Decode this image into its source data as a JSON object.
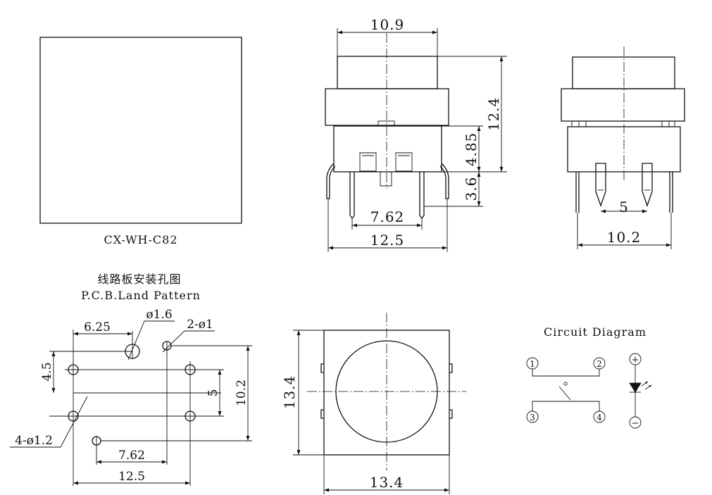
{
  "model": "CX-WH-C82",
  "pcb_title_cn": "线路板安装孔图",
  "pcb_title_en": "P.C.B.Land Pattern",
  "circuit_title": "Circuit Diagram",
  "front_view": {
    "top_width": "10.9",
    "height": "12.4",
    "body_height": "4.85",
    "pin_length": "3.6",
    "pin_pitch": "7.62",
    "outer_width": "12.5"
  },
  "side_view": {
    "pin_spacing": "5",
    "width": "10.2"
  },
  "pcb": {
    "dim_6_25": "6.25",
    "hole_1_6": "ø1.6",
    "hole_2_1": "2-ø1",
    "dim_4_5": "4.5",
    "dim_5": "5",
    "dim_10_2": "10.2",
    "hole_4_1_2": "4-ø1.2",
    "dim_7_62": "7.62",
    "dim_12_5": "12.5"
  },
  "top_view": {
    "height": "13.4",
    "width": "13.4"
  },
  "circuit": {
    "pin1": "1",
    "pin2": "2",
    "pin3": "3",
    "pin4": "4",
    "plus": "+",
    "minus": "−"
  }
}
